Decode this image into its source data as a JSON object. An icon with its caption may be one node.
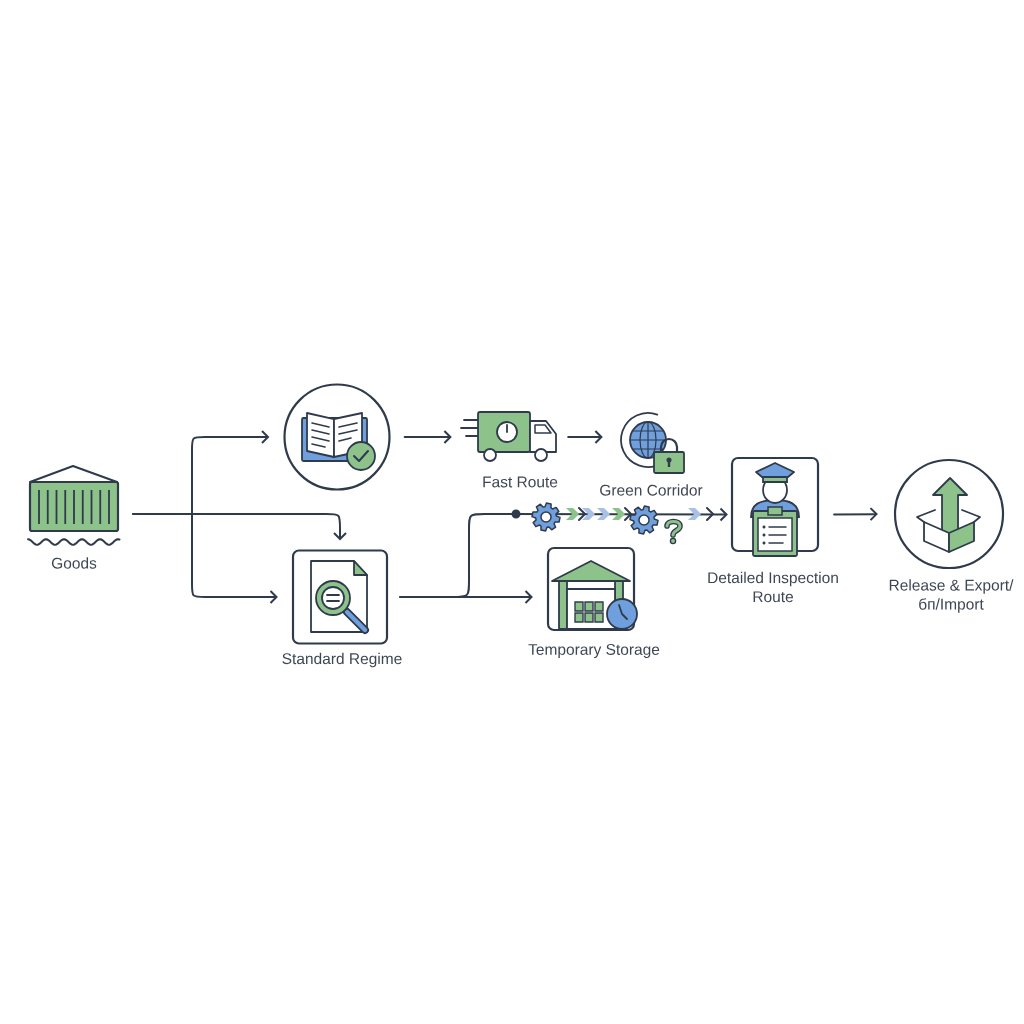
{
  "diagram": {
    "nodes": [
      {
        "text": [
          "Goods"
        ]
      },
      {
        "text": [],
        "shape": "circle"
      },
      {
        "text": [
          "Standard Regime"
        ]
      },
      {
        "text": [
          "Fast Route"
        ]
      },
      {
        "text": [
          "Green Corridor"
        ]
      },
      {
        "text": [
          "Temporary Storage"
        ]
      },
      {
        "text": [
          "Detailed Inspection Route"
        ]
      },
      {
        "text": [
          "Release & Export/ бп/Import"
        ]
      }
    ],
    "edges": [
      {
        "from": 0,
        "to": 1,
        "arrow": "to"
      },
      {
        "from": 0,
        "to": 2,
        "arrow": "to"
      },
      {
        "from": 0,
        "to": 2,
        "arrow": "to"
      },
      {
        "from": 1,
        "to": 3,
        "arrow": "to"
      },
      {
        "from": 3,
        "to": 4,
        "arrow": "to"
      },
      {
        "from": 2,
        "to": 5,
        "arrow": "to"
      },
      {
        "from": 2,
        "to": 6,
        "arrow": "to"
      },
      {
        "from": 6,
        "to": 7,
        "arrow": "to"
      }
    ]
  }
}
